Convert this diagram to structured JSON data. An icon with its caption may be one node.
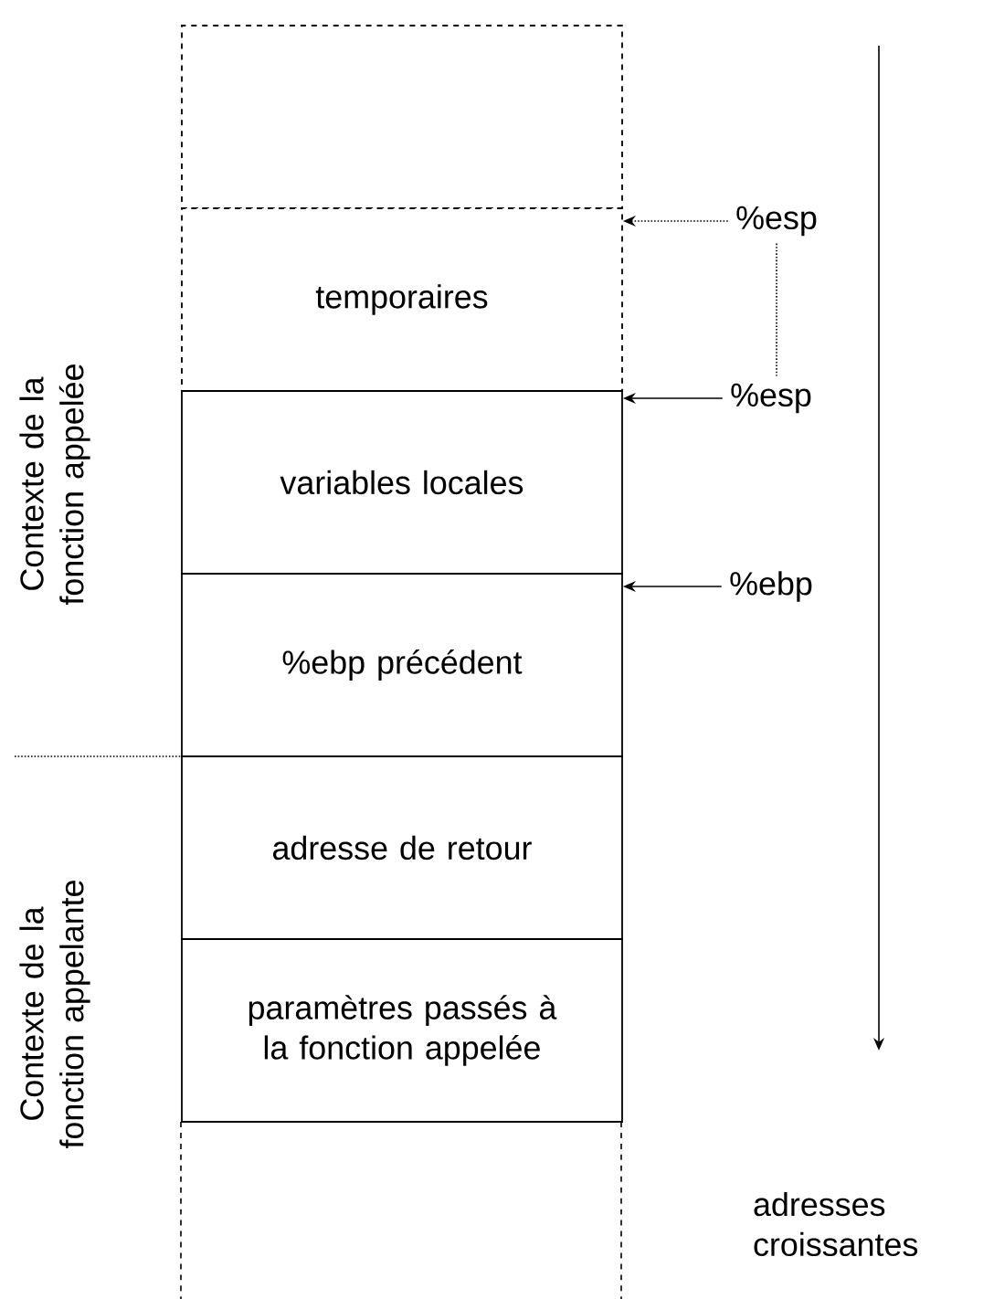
{
  "diagram": {
    "nodes": [
      {
        "text": [],
        "shape": "box"
      },
      {
        "text": [
          "temporaires"
        ]
      },
      {
        "text": [
          "variables locales"
        ]
      },
      {
        "text": [
          "%ebp précédent"
        ]
      },
      {
        "text": [
          "adresse de retour"
        ]
      },
      {
        "text": [
          "paramètres passés à la fonction appelée"
        ]
      },
      {
        "text": [
          "%esp"
        ]
      },
      {
        "text": [
          "%esp"
        ]
      },
      {
        "text": [
          "%ebp"
        ]
      }
    ],
    "edges": [
      {
        "from": 6,
        "to": 1,
        "arrow": "to",
        "style": "dashed"
      },
      {
        "from": 7,
        "to": 2,
        "arrow": "to"
      },
      {
        "from": 8,
        "to": 3,
        "arrow": "to"
      },
      {
        "from": 6,
        "to": 7,
        "arrow": "none",
        "style": "dashed"
      }
    ],
    "labels": [
      "Contexte de la fonction appelée",
      "Contexte de la fonction appelante",
      "adresses croissantes"
    ]
  }
}
